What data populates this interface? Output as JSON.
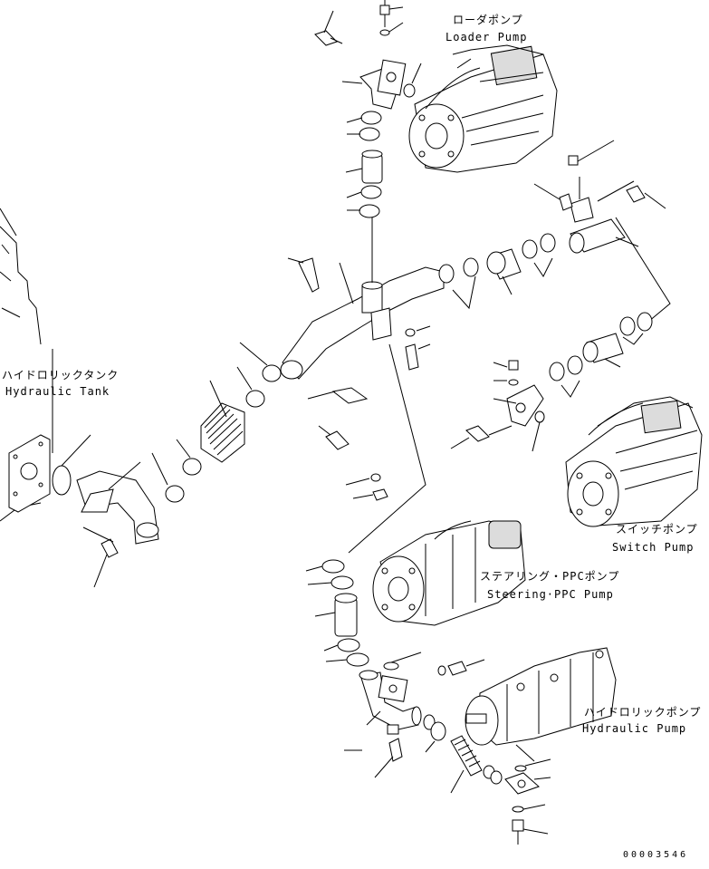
{
  "labels": {
    "loader_pump_jp": "ローダポンプ",
    "loader_pump_en": "Loader Pump",
    "hydraulic_tank_jp": "ハイドロリックタンク",
    "hydraulic_tank_en": "Hydraulic Tank",
    "switch_pump_jp": "スイッチポンプ",
    "switch_pump_en": "Switch Pump",
    "steering_ppc_pump_jp": "ステアリング・PPCポンプ",
    "steering_ppc_pump_en": "Steering·PPC Pump",
    "hydraulic_pump_jp": "ハイドロリックポンプ",
    "hydraulic_pump_en": "Hydraulic Pump"
  },
  "drawing_number": "00003546",
  "icons": {
    "pump": "pump-icon",
    "tank": "tank-icon",
    "hose": "hose-icon",
    "clamp": "clamp-icon",
    "bolt": "bolt-icon",
    "elbow": "elbow-icon",
    "oring": "oring-icon"
  }
}
